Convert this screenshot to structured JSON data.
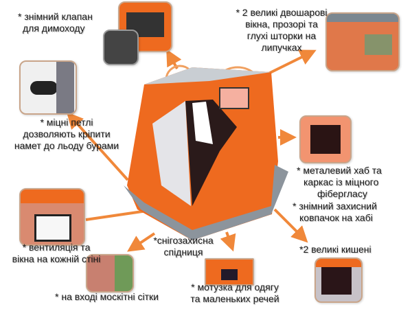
{
  "colors": {
    "accent_orange": "#f0883a",
    "tent_orange": "#ee6a1f",
    "tent_grey": "#8c949c",
    "text": "#1a1a1a"
  },
  "features": {
    "chimney_flap": [
      "* знімний клапан",
      "для димоходу"
    ],
    "windows": [
      "* 2 великі двошарові",
      "вікна, прозорі та",
      "глухі шторки на",
      "липучках"
    ],
    "loops": [
      "* міцні петлі",
      "дозволяють кріпити",
      "намет до льоду бурами"
    ],
    "hub": [
      "* металевий хаб та",
      "каркас із міцного",
      "фібергласу"
    ],
    "hub_cap": [
      "* знімний захисний",
      "ковпачок на хабі"
    ],
    "ventilation": [
      "* вентиляція та",
      "вікна  на кожній стіні"
    ],
    "mosquito_net": [
      "* на вході москітні сітки"
    ],
    "snow_skirt": [
      "*снігозахисна",
      "спідниця"
    ],
    "rope": [
      "* мотузка для одягу",
      "та маленьких речей"
    ],
    "pockets": [
      "*2 великі кишені"
    ]
  }
}
